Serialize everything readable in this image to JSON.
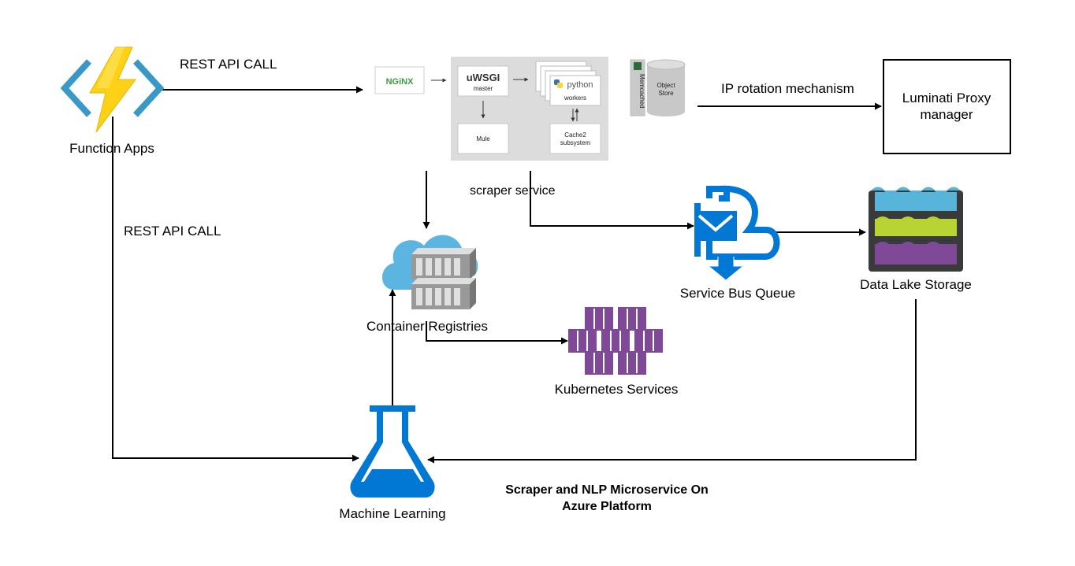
{
  "labels": {
    "function_apps": "Function Apps",
    "rest_api_call_top": "REST API CALL",
    "rest_api_call_left": "REST API CALL",
    "ip_rotation": "IP rotation mechanism",
    "luminati_line1": "Luminati Proxy",
    "luminati_line2": "manager",
    "scraper_service": "scraper service",
    "container_registries": "Container Registries",
    "service_bus_queue": "Service Bus Queue",
    "data_lake_storage": "Data Lake Storage",
    "kubernetes_services": "Kubernetes Services",
    "machine_learning": "Machine Learning",
    "caption_line1": "Scraper and NLP Microservice On",
    "caption_line2": "Azure Platform"
  },
  "scraper_internals": {
    "nginx": "NGiNX",
    "uwsgi": "uWSGI",
    "uwsgi_sub": "master",
    "python": "python",
    "python_sub": "workers",
    "mule": "Mule",
    "cache_line1": "Cache2",
    "cache_line2": "subsystem",
    "memcached": "Memcached",
    "object_line1": "Object",
    "object_line2": "Store"
  },
  "colors": {
    "azure_blue": "#0078d4",
    "function_yellow": "#fcd116",
    "function_bracket": "#3999c6",
    "kubernetes_purple": "#804998",
    "lake_top": "#59b4d9",
    "lake_mid": "#b8d432",
    "lake_bottom": "#804998",
    "lake_frame": "#3a3a3a",
    "cloud_blue": "#5cb5e0",
    "nginx_green": "#3c9a3c"
  }
}
